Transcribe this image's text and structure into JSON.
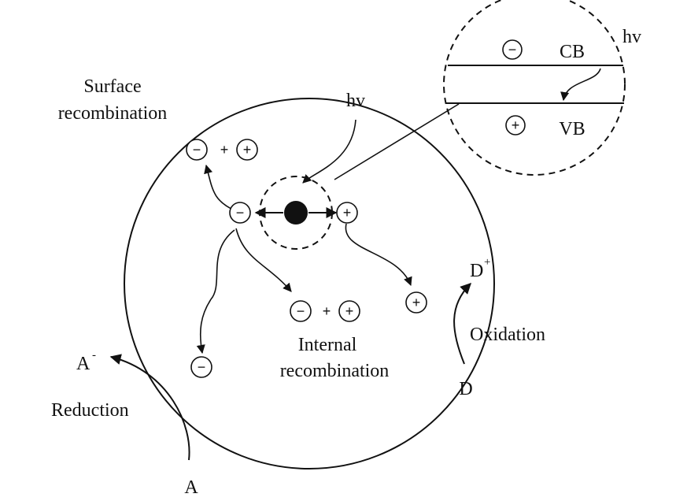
{
  "labels": {
    "surface_line1": "Surface",
    "surface_line2": "recombination",
    "internal_line1": "Internal",
    "internal_line2": "recombination",
    "hv_main": "hv",
    "hv_inset": "hv",
    "cb": "CB",
    "vb": "VB",
    "reduction": "Reduction",
    "oxidation": "Oxidation",
    "a": "A",
    "a_minus": "A",
    "a_minus_sup": "-",
    "d": "D",
    "d_plus": "D",
    "d_plus_sup": "+"
  },
  "symbols": {
    "minus": "−",
    "plus": "+"
  },
  "colors": {
    "ink": "#111111",
    "background": "#ffffff"
  }
}
